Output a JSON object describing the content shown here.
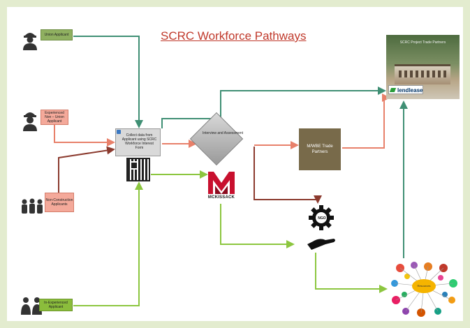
{
  "title": "SCRC Workforce Pathways",
  "applicants": {
    "union": "Union Applicant",
    "experienced_non_union": "Experienced Non – Union Applicant",
    "non_construction": "Non-Construction Applicants",
    "inexperienced": "In-Experienced Applicant"
  },
  "process": {
    "collect": "Collect data from Applicant using SCRC Workforce Interest Form",
    "assessment": "Interview and Assessment"
  },
  "partners": {
    "mwbe": "M/WBE Trade Partners",
    "project": "SCRC Project Trade Partners",
    "lendlease": "lendlease",
    "mckissack": "MCKISSACK",
    "ngo": "NGO",
    "resources_hub": "Resources"
  },
  "colors": {
    "union_flow": "#3f8f74",
    "experienced_flow": "#e8806a",
    "non_construction_flow": "#8b3a2e",
    "inexperienced_flow": "#8cc63f",
    "title": "#c0392b"
  }
}
